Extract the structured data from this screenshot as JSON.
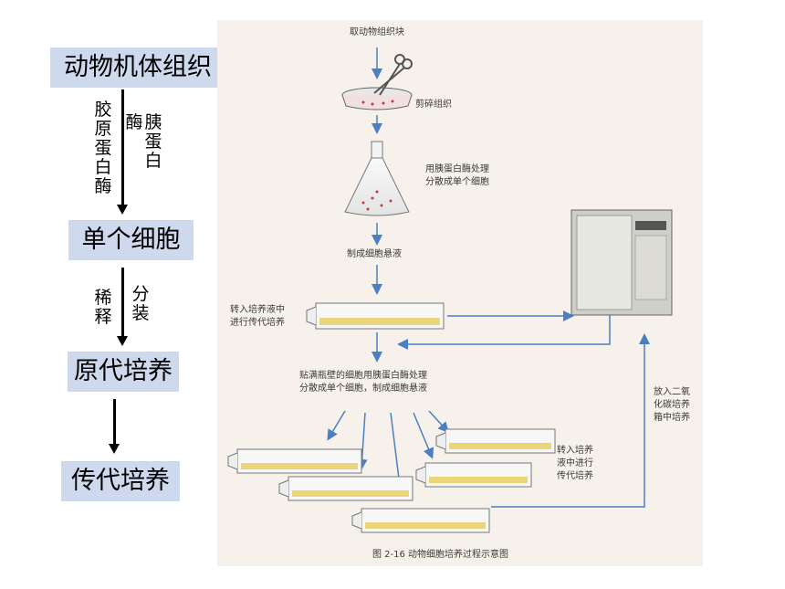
{
  "flow": {
    "steps": [
      "动物机体组织",
      "单个细胞",
      "原代培养",
      "传代培养"
    ],
    "enzyme_left": [
      "胶",
      "原",
      "蛋",
      "白",
      "酶"
    ],
    "enzyme_mid": "酶",
    "enzyme_right": [
      "胰",
      "蛋",
      "白"
    ],
    "dilute": [
      "稀",
      "释"
    ],
    "split": [
      "分",
      "装"
    ]
  },
  "figure": {
    "step1": "取动物组织块",
    "step2": "剪碎组织",
    "step3_line1": "用胰蛋白酶处理",
    "step3_line2": "分散成单个细胞",
    "step4": "制成细胞悬液",
    "step5_line1": "转入培养液中",
    "step5_line2": "进行传代培养",
    "step6_line1": "贴满瓶壁的细胞用胰蛋白酶处理",
    "step6_line2": "分散成单个细胞，制成细胞悬液",
    "incubator_line1": "放入二氧",
    "incubator_line2": "化碳培养",
    "incubator_line3": "箱中培养",
    "step7_line1": "转入培养",
    "step7_line2": "液中进行",
    "step7_line3": "传代培养",
    "caption": "图 2-16    动物细胞培养过程示意图"
  }
}
